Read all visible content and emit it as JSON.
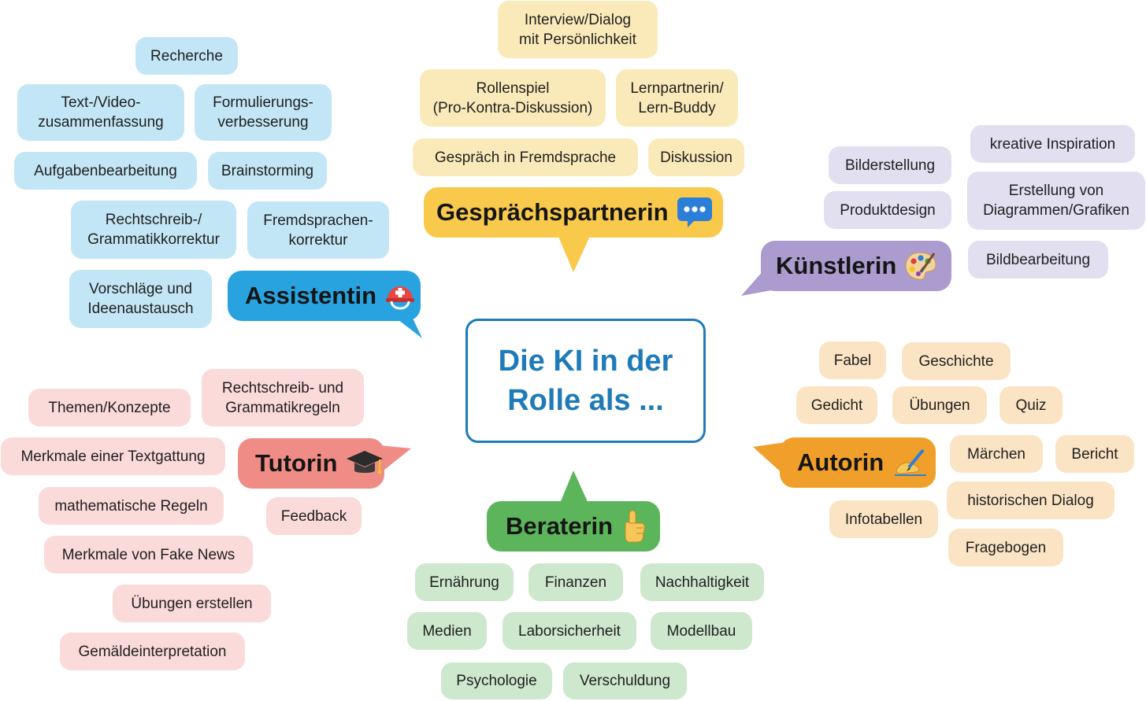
{
  "center": {
    "line1": "Die KI in der",
    "line2": "Rolle als ..."
  },
  "colors": {
    "center": "#1e7bb8",
    "assistentin": "#29a3e0",
    "gespraechspartnerin": "#f8c94b",
    "kuenstlerin": "#ab9bce",
    "autorin": "#f0a02a",
    "beraterin": "#5cb55a",
    "tutorin": "#ef8c86"
  },
  "roles": {
    "assistentin": {
      "label": "Assistentin",
      "icon": "rescue-helmet-icon"
    },
    "gespraechspartnerin": {
      "label": "Gesprächspartnerin",
      "icon": "speech-bubble-icon"
    },
    "kuenstlerin": {
      "label": "Künstlerin",
      "icon": "artist-palette-icon"
    },
    "autorin": {
      "label": "Autorin",
      "icon": "writing-hand-icon"
    },
    "beraterin": {
      "label": "Beraterin",
      "icon": "pointing-up-icon"
    },
    "tutorin": {
      "label": "Tutorin",
      "icon": "graduation-cap-icon"
    }
  },
  "assistentin": {
    "recherche": "Recherche",
    "textvideo": [
      "Text-/Video-",
      "zusammenfassung"
    ],
    "formulierung": [
      "Formulierungs-",
      "verbesserung"
    ],
    "aufgaben": "Aufgabenbearbeitung",
    "brainstorming": "Brainstorming",
    "rechtschreib": [
      "Rechtschreib-/",
      "Grammatikkorrektur"
    ],
    "fremdsprachen": [
      "Fremdsprachen-",
      "korrektur"
    ],
    "vorschlaege": [
      "Vorschläge und",
      "Ideenaustausch"
    ]
  },
  "gespraechspartnerin": {
    "interview": [
      "Interview/Dialog",
      "mit Persönlichkeit"
    ],
    "rollenspiel": [
      "Rollenspiel",
      "(Pro-Kontra-Diskussion)"
    ],
    "lernpartner": [
      "Lernpartnerin/",
      "Lern-Buddy"
    ],
    "fremdsprache": "Gespräch in Fremdsprache",
    "diskussion": "Diskussion"
  },
  "kuenstlerin": {
    "bilderstellung": "Bilderstellung",
    "inspiration": "kreative Inspiration",
    "produktdesign": "Produktdesign",
    "diagramme": [
      "Erstellung von",
      "Diagrammen/Grafiken"
    ],
    "bildbearbeitung": "Bildbearbeitung"
  },
  "autorin": {
    "fabel": "Fabel",
    "geschichte": "Geschichte",
    "gedicht": "Gedicht",
    "uebungen": "Übungen",
    "quiz": "Quiz",
    "maerchen": "Märchen",
    "bericht": "Bericht",
    "dialog": "historischen Dialog",
    "infotabellen": "Infotabellen",
    "fragebogen": "Fragebogen"
  },
  "beraterin": {
    "ernaehrung": "Ernährung",
    "finanzen": "Finanzen",
    "nachhaltigkeit": "Nachhaltigkeit",
    "medien": "Medien",
    "laborsicherheit": "Laborsicherheit",
    "modellbau": "Modellbau",
    "psychologie": "Psychologie",
    "verschuldung": "Verschuldung"
  },
  "tutorin": {
    "rechtschreibregeln": [
      "Rechtschreib- und",
      "Grammatikregeln"
    ],
    "themen": "Themen/Konzepte",
    "textgattung": "Merkmale einer Textgattung",
    "mathe": "mathematische Regeln",
    "feedback": "Feedback",
    "fakenews": "Merkmale von Fake News",
    "uebungen": "Übungen erstellen",
    "gemaelde": "Gemäldeinterpretation"
  }
}
